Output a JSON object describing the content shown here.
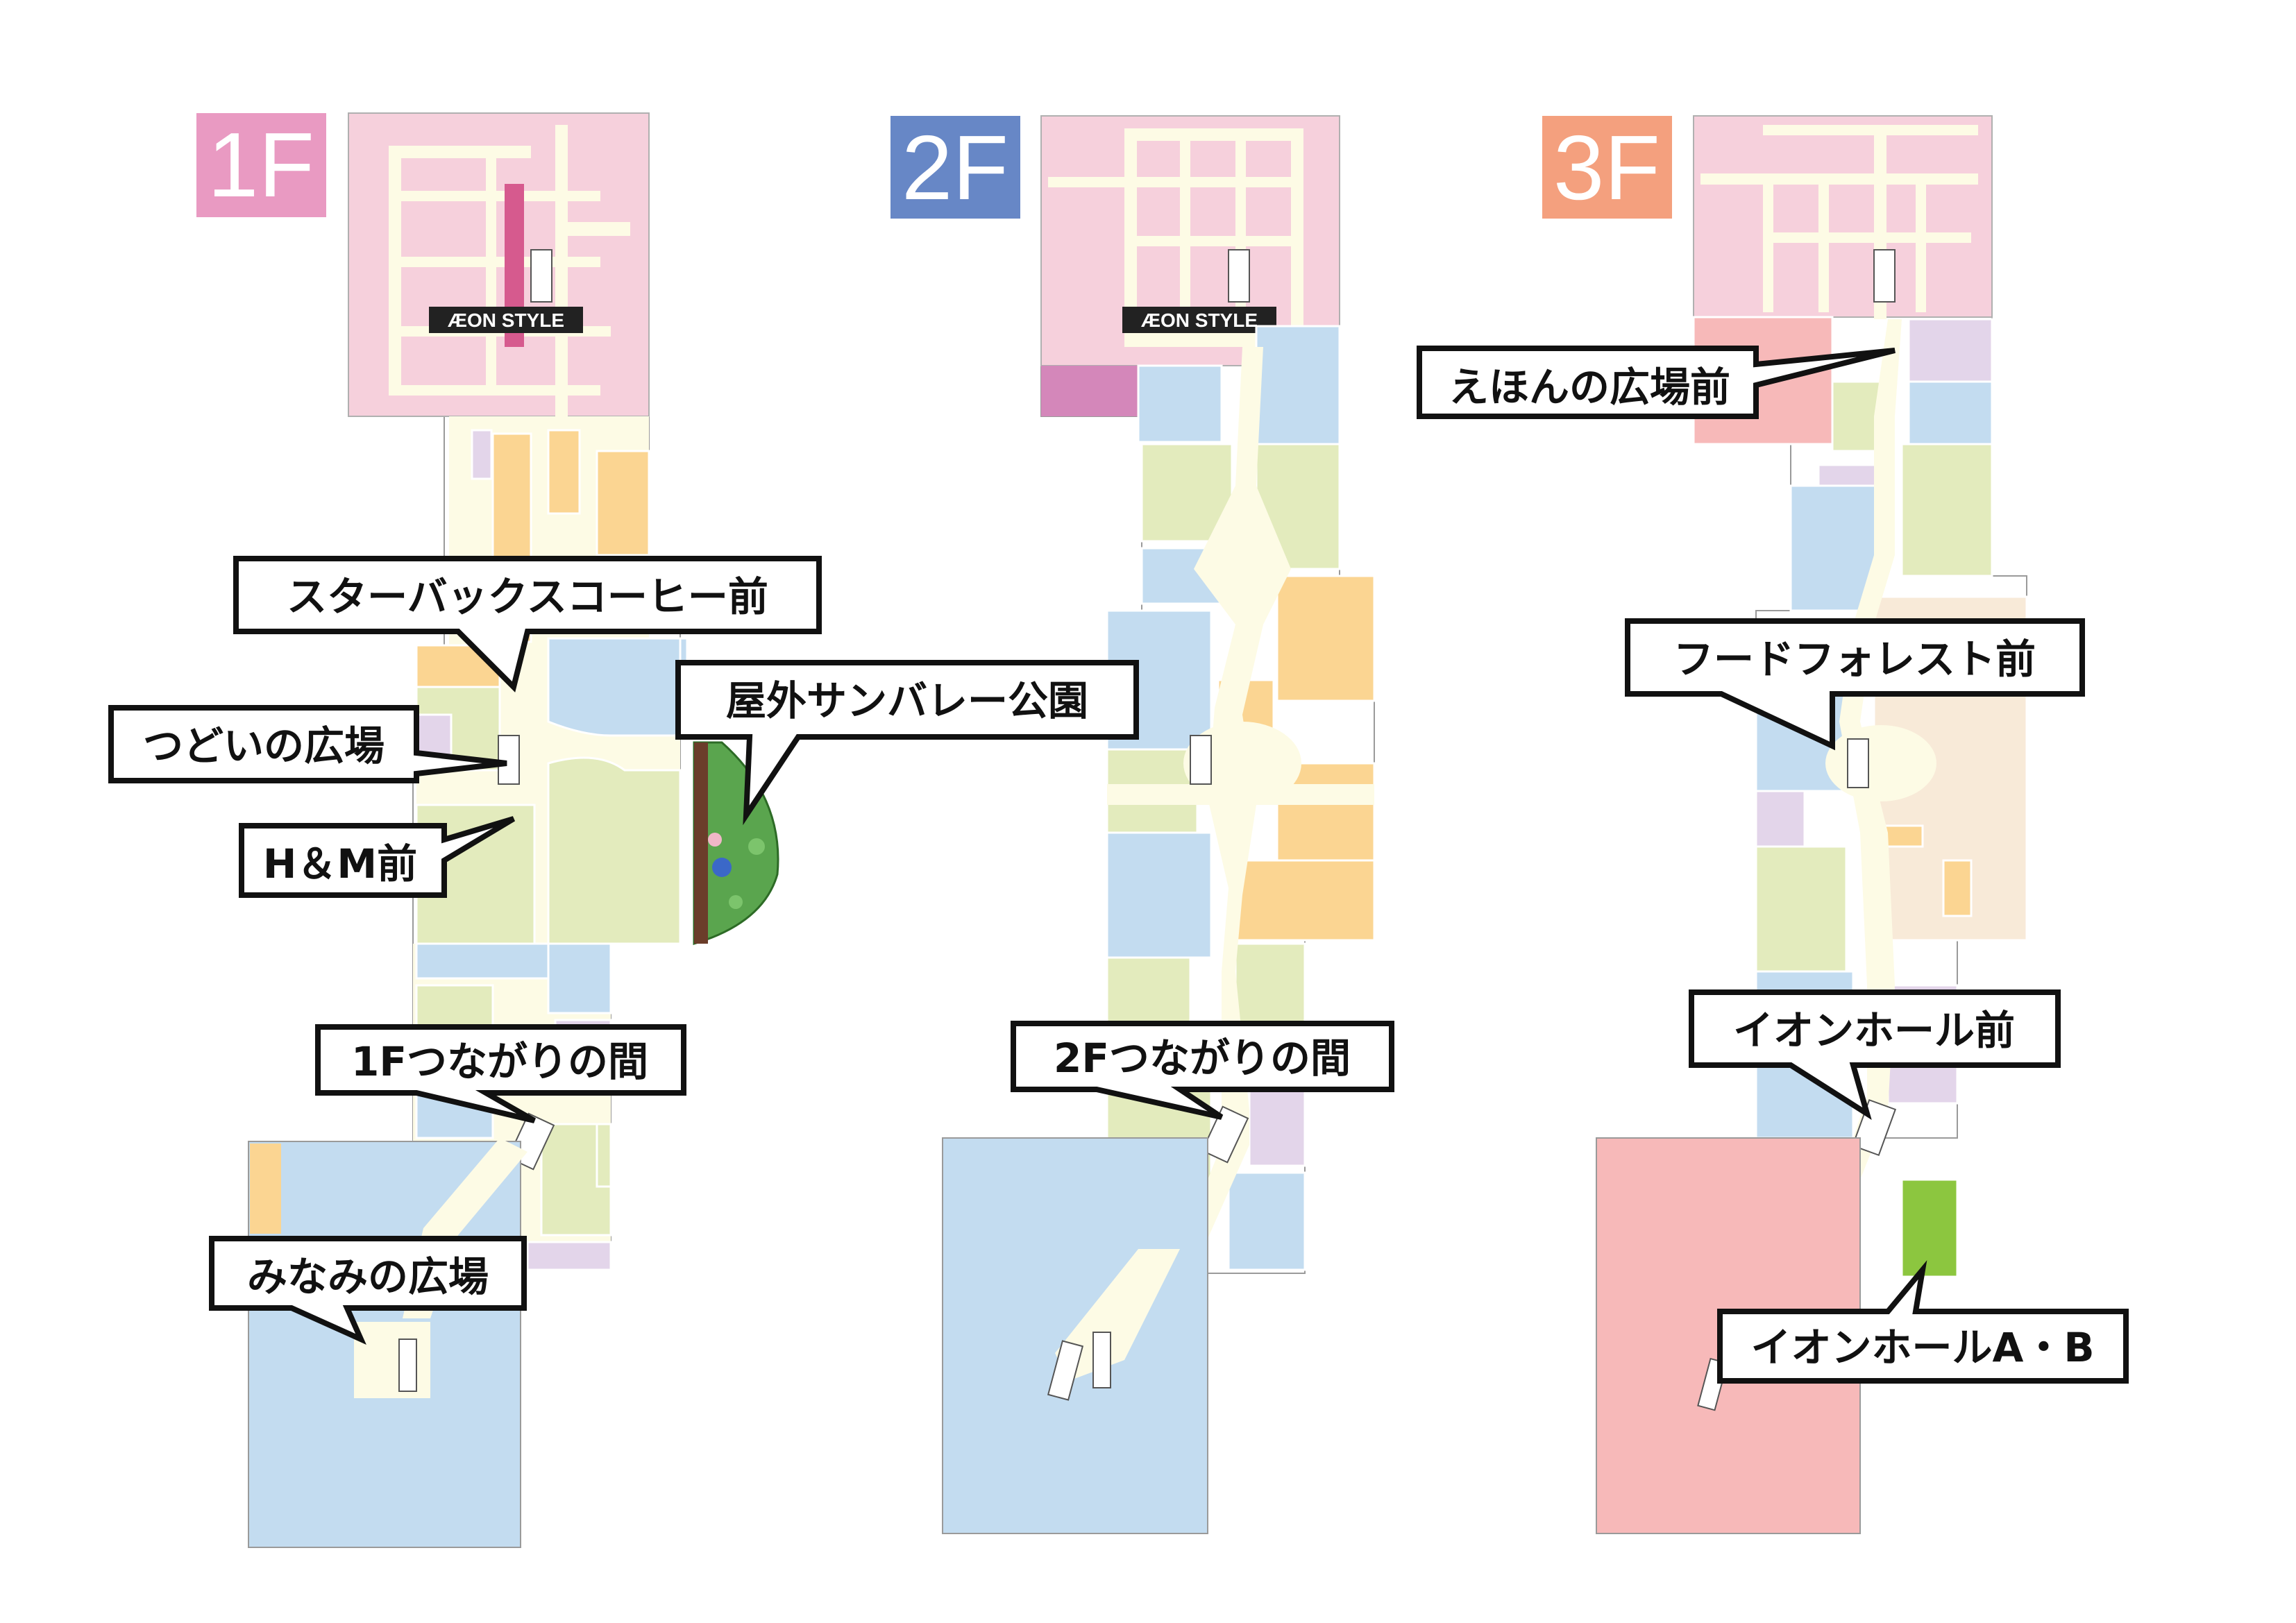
{
  "floors": [
    {
      "id": "1F",
      "label": "1F",
      "color": "#e99ac2"
    },
    {
      "id": "2F",
      "label": "2F",
      "color": "#6787c6"
    },
    {
      "id": "3F",
      "label": "3F",
      "color": "#f4a07e"
    }
  ],
  "brand": {
    "aeon_style": "ÆON STYLE"
  },
  "zone_colors": {
    "pink": "#f6d0dc",
    "magenta": "#d487ba",
    "orange": "#fbd592",
    "blue": "#c3dcf0",
    "green": "#e3ebbd",
    "lavender": "#e3d5ea",
    "corridor": "#fdfbe5",
    "salmon": "#f7b9b9",
    "bright_green": "#8cc63f",
    "beige": "#f8ead8",
    "starbucks_strip": "#d65a8e"
  },
  "callouts": {
    "starbucks": "スターバックスコーヒー前",
    "tsudoi": "つどいの広場",
    "hm": "H＆M前",
    "park": "屋外サンバレー公園",
    "tsunagari_1f": "1Fつながりの間",
    "minami": "みなみの広場",
    "tsunagari_2f": "2Fつながりの間",
    "ehon": "えほんの広場前",
    "food_forest": "フードフォレスト前",
    "aeon_hall_front": "イオンホール前",
    "aeon_hall_ab": "イオンホールA・B"
  }
}
